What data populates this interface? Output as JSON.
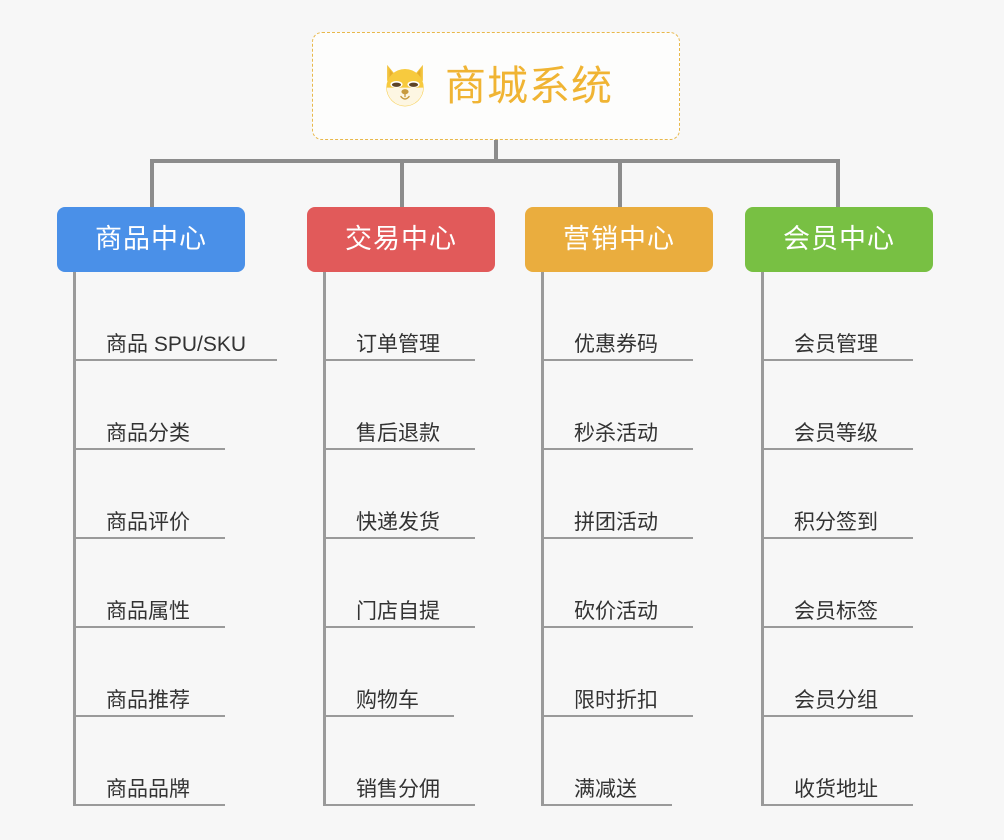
{
  "root": {
    "title": "商城系统",
    "icon": "shiba-dog-face-icon",
    "border_color": "#e8b84b",
    "text_color": "#f0b433",
    "background": "#fdfdfc"
  },
  "canvas": {
    "background": "#f7f7f7",
    "connector_color": "#8c8c8c"
  },
  "categories": [
    {
      "label": "商品中心",
      "color": "#4a90e8",
      "items": [
        {
          "label": "商品 SPU/SKU",
          "rule_width": 204
        },
        {
          "label": "商品分类",
          "rule_width": 152
        },
        {
          "label": "商品评价",
          "rule_width": 152
        },
        {
          "label": "商品属性",
          "rule_width": 152
        },
        {
          "label": "商品推荐",
          "rule_width": 152
        },
        {
          "label": "商品品牌",
          "rule_width": 152
        }
      ]
    },
    {
      "label": "交易中心",
      "color": "#e15a5a",
      "items": [
        {
          "label": "订单管理",
          "rule_width": 152
        },
        {
          "label": "售后退款",
          "rule_width": 152
        },
        {
          "label": "快递发货",
          "rule_width": 152
        },
        {
          "label": "门店自提",
          "rule_width": 152
        },
        {
          "label": "购物车",
          "rule_width": 131
        },
        {
          "label": "销售分佣",
          "rule_width": 152
        }
      ]
    },
    {
      "label": "营销中心",
      "color": "#eaad3e",
      "items": [
        {
          "label": "优惠券码",
          "rule_width": 152
        },
        {
          "label": "秒杀活动",
          "rule_width": 152
        },
        {
          "label": "拼团活动",
          "rule_width": 152
        },
        {
          "label": "砍价活动",
          "rule_width": 152
        },
        {
          "label": "限时折扣",
          "rule_width": 152
        },
        {
          "label": "满减送",
          "rule_width": 131
        }
      ]
    },
    {
      "label": "会员中心",
      "color": "#78c043",
      "items": [
        {
          "label": "会员管理",
          "rule_width": 152
        },
        {
          "label": "会员等级",
          "rule_width": 152
        },
        {
          "label": "积分签到",
          "rule_width": 152
        },
        {
          "label": "会员标签",
          "rule_width": 152
        },
        {
          "label": "会员分组",
          "rule_width": 152
        },
        {
          "label": "收货地址",
          "rule_width": 152
        }
      ]
    }
  ]
}
